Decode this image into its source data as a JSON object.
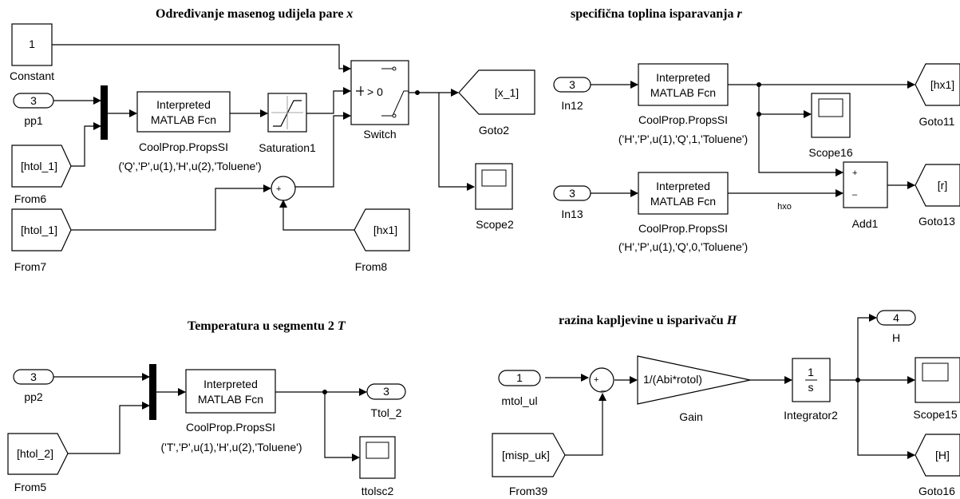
{
  "sections": {
    "s1": {
      "title": "Određivanje masenog udijela pare ",
      "var": "x"
    },
    "s2": {
      "title": "specifična toplina isparavanja ",
      "var": "r"
    },
    "s3": {
      "title": "Temperatura u segmentu 2 ",
      "var": "T"
    },
    "s4": {
      "title": "razina kapljevine u isparivaču ",
      "var": "H"
    }
  },
  "blocks": {
    "constant": {
      "value": "1",
      "name": "Constant"
    },
    "pp1": {
      "value": "3",
      "name": "pp1"
    },
    "from6": {
      "tag": "[htol_1]",
      "name": "From6"
    },
    "from7": {
      "tag": "[htol_1]",
      "name": "From7"
    },
    "from8": {
      "tag": "[hx1]",
      "name": "From8"
    },
    "fcn1": {
      "line1": "Interpreted",
      "line2": "MATLAB Fcn",
      "name": "CoolProp.PropsSI",
      "expr": "('Q','P',u(1),'H',u(2),'Toluene')"
    },
    "saturation": {
      "name": "Saturation1"
    },
    "switch": {
      "cond": "> 0",
      "name": "Switch"
    },
    "goto2": {
      "tag": "[x_1]",
      "name": "Goto2"
    },
    "scope2": {
      "name": "Scope2"
    },
    "in12": {
      "value": "3",
      "name": "In12"
    },
    "fcn2": {
      "line1": "Interpreted",
      "line2": "MATLAB Fcn",
      "name": "CoolProp.PropsSI",
      "expr": "('H','P',u(1),'Q',1,'Toluene')"
    },
    "goto11": {
      "tag": "[hx1]",
      "name": "Goto11"
    },
    "scope16": {
      "name": "Scope16"
    },
    "in13": {
      "value": "3",
      "name": "In13"
    },
    "fcn3": {
      "line1": "Interpreted",
      "line2": "MATLAB Fcn",
      "name": "CoolProp.PropsSI",
      "expr": "('H','P',u(1),'Q',0,'Toluene')"
    },
    "hxo": {
      "label": "hxo"
    },
    "add1": {
      "name": "Add1",
      "plus": "+",
      "minus": "–"
    },
    "goto13": {
      "tag": "[r]",
      "name": "Goto13"
    },
    "pp2": {
      "value": "3",
      "name": "pp2"
    },
    "from5": {
      "tag": "[htol_2]",
      "name": "From5"
    },
    "fcn4": {
      "line1": "Interpreted",
      "line2": "MATLAB Fcn",
      "name": "CoolProp.PropsSI",
      "expr": "('T','P',u(1),'H',u(2),'Toluene')"
    },
    "ttol2": {
      "value": "3",
      "name": "Ttol_2"
    },
    "ttolsc2": {
      "name": "ttolsc2"
    },
    "mtol": {
      "value": "1",
      "name": "mtol_ul"
    },
    "from39": {
      "tag": "[misp_uk]",
      "name": "From39"
    },
    "gain": {
      "expr": "1/(Abi*rotol)",
      "name": "Gain"
    },
    "integrator": {
      "num": "1",
      "den": "s",
      "name": "Integrator2"
    },
    "outH": {
      "value": "4",
      "name": "H"
    },
    "scope15": {
      "name": "Scope15"
    },
    "goto16": {
      "tag": "[H]",
      "name": "Goto16"
    }
  }
}
